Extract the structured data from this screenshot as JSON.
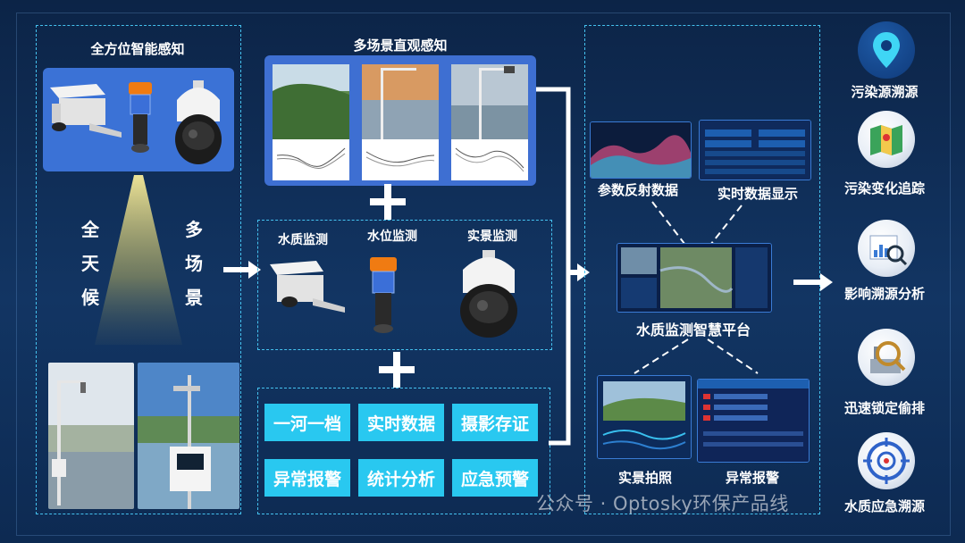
{
  "left": {
    "title": "全方位智能感知",
    "vertical_left": [
      "全",
      "天",
      "候"
    ],
    "vertical_right": [
      "多",
      "场",
      "景"
    ]
  },
  "center": {
    "scene_title": "多场景直观感知",
    "monitors": [
      "水质监测",
      "水位监测",
      "实景监测"
    ],
    "buttons": [
      "一河一档",
      "实时数据",
      "摄影存证",
      "异常报警",
      "统计分析",
      "应急预警"
    ]
  },
  "platform": {
    "top_labels": [
      "参数反射数据",
      "实时数据显示"
    ],
    "center_label": "水质监测智慧平台",
    "bottom_labels": [
      "实景拍照",
      "异常报警"
    ]
  },
  "side": {
    "items": [
      {
        "label": "污染源溯源",
        "icon": "location-pin-icon"
      },
      {
        "label": "污染变化追踪",
        "icon": "map-icon"
      },
      {
        "label": "影响溯源分析",
        "icon": "report-magnifier-icon"
      },
      {
        "label": "迅速锁定偷排",
        "icon": "factory-magnifier-icon"
      },
      {
        "label": "水质应急溯源",
        "icon": "target-icon"
      }
    ]
  },
  "watermark": "公众号 · Optosky环保产品线",
  "colors": {
    "accent": "#29c8f0",
    "card": "#2f63c9",
    "background": "#0e2a4f"
  }
}
